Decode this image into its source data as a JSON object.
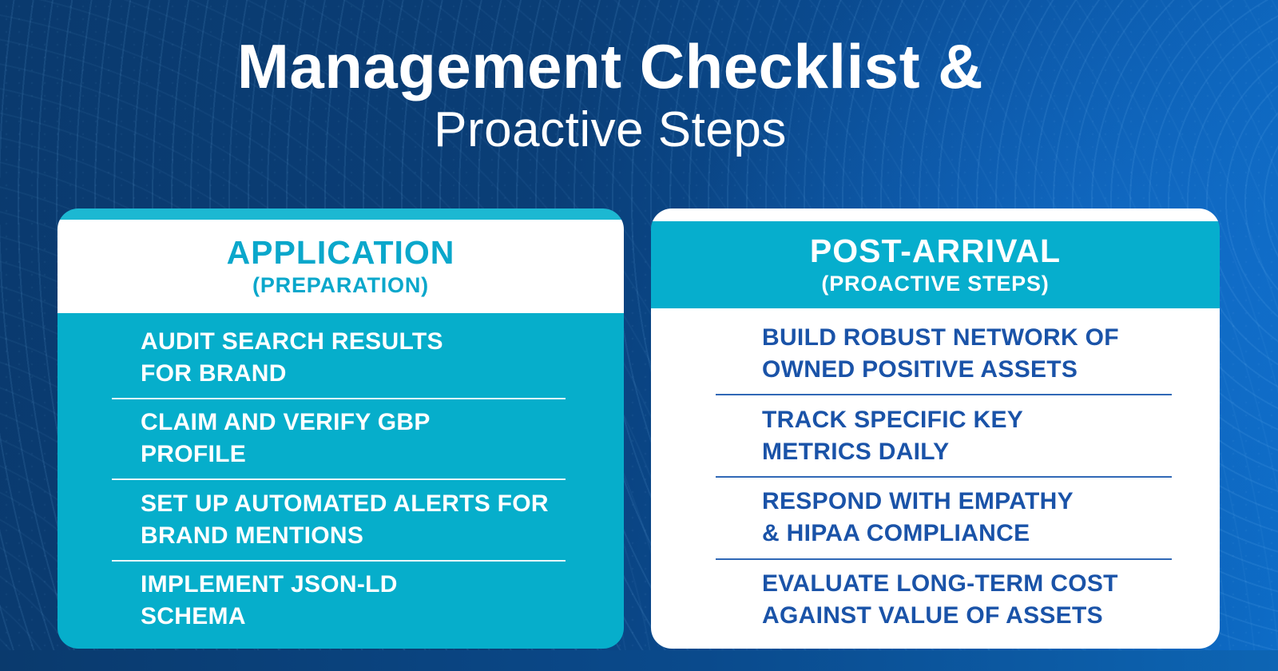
{
  "header": {
    "title_line1": "Management Checklist &",
    "title_line2": "Proactive Steps"
  },
  "cards": [
    {
      "title": "APPLICATION",
      "subtitle": "(PREPARATION)",
      "items": [
        {
          "line1": "AUDIT SEARCH RESULTS",
          "line2": "FOR BRAND"
        },
        {
          "line1": "CLAIM AND VERIFY GBP",
          "line2": "PROFILE"
        },
        {
          "line1": "SET UP AUTOMATED ALERTS FOR",
          "line2": "BRAND MENTIONS"
        },
        {
          "line1": "IMPLEMENT JSON-LD",
          "line2": "SCHEMA"
        }
      ]
    },
    {
      "title": "POST-ARRIVAL",
      "subtitle": "(PROACTIVE STEPS)",
      "items": [
        {
          "line1": "BUILD ROBUST NETWORK OF",
          "line2": "OWNED POSITIVE ASSETS"
        },
        {
          "line1": "TRACK SPECIFIC KEY",
          "line2": "METRICS DAILY"
        },
        {
          "line1": "RESPOND WITH EMPATHY",
          "line2": "& HIPAA COMPLIANCE"
        },
        {
          "line1": "EVALUATE LONG-TERM COST",
          "line2": "AGAINST VALUE OF ASSETS"
        }
      ]
    }
  ],
  "colors": {
    "background_navy": "#0a3a6e",
    "background_bright_blue": "#0d6cc7",
    "teal": "#06aecb",
    "teal_strip": "#1cb8d2",
    "card_white": "#ffffff",
    "blue_text": "#1a53a8"
  }
}
